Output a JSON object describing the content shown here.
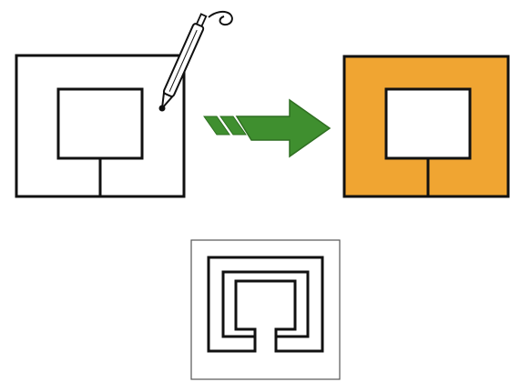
{
  "figure": {
    "panels": [
      {
        "id": "outline",
        "state": "unfilled",
        "fill": "#ffffff"
      },
      {
        "id": "filled",
        "state": "filled",
        "fill": "#f0a532"
      },
      {
        "id": "example",
        "state": "example",
        "fill": "#ffffff"
      }
    ],
    "icons": {
      "tool": "pen-icon",
      "direction": "arrow-right-icon"
    },
    "colors": {
      "stroke": "#111111",
      "fill_accent": "#f0a532",
      "arrow": "#3f8f2f",
      "arrow_dark": "#2f6f22",
      "background": "#ffffff"
    }
  }
}
